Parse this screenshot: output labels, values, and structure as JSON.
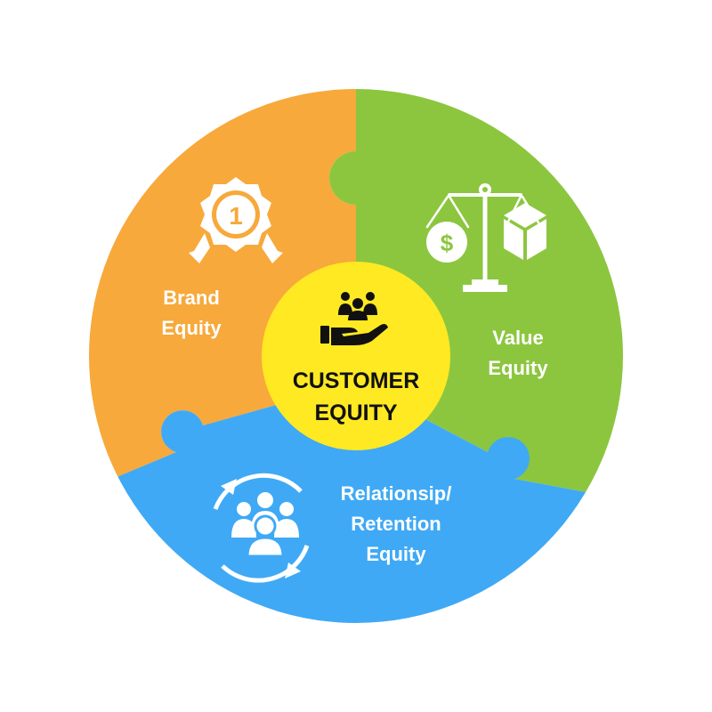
{
  "center": {
    "line1": "CUSTOMER",
    "line2": "EQUITY",
    "icon": "hand-with-people-icon"
  },
  "segments": [
    {
      "id": "brand",
      "line1": "Brand",
      "line2": "Equity",
      "icon": "award-medal-icon"
    },
    {
      "id": "value",
      "line1": "Value",
      "line2": "Equity",
      "icon": "balance-scale-icon"
    },
    {
      "id": "relationship",
      "line1": "Relationsip/",
      "line2": "Retention",
      "line3": "Equity",
      "icon": "people-cycle-icon"
    }
  ],
  "colors": {
    "brand": "#F7A93B",
    "value": "#8CC63F",
    "relationship": "#3FA9F5",
    "center": "#FFE922",
    "text_light": "#FFFFFF",
    "text_dark": "#111111"
  }
}
